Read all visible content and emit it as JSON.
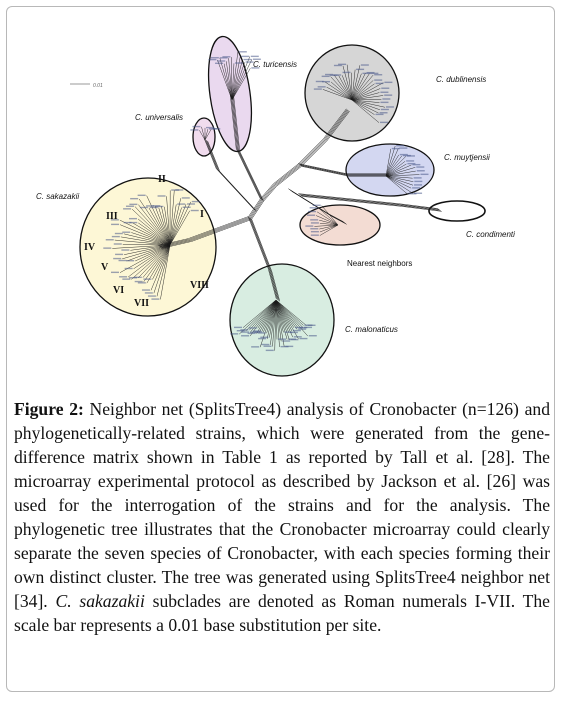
{
  "figure": {
    "scale_bar_label": "0.01",
    "species": {
      "turicensis": "C. turicensis",
      "dublinensis": "C. dublinensis",
      "universalis": "C. universalis",
      "muytjensii": "C. muytjensii",
      "condimenti": "C. condimenti",
      "sakazakii": "C. sakazakii",
      "malonaticus": "C. malonaticus"
    },
    "nearest_neighbors": "Nearest neighbors",
    "subclades": {
      "I": "I",
      "II": "II",
      "III": "III",
      "IV": "IV",
      "V": "V",
      "VI": "VI",
      "VII": "VII",
      "VIII": "VIII"
    },
    "cluster_colors": {
      "turicensis": "#ead9ef",
      "dublinensis": "#d6d6d6",
      "universalis": "#f1dcee",
      "muytjensii": "#d3d7f1",
      "condimenti": "#ffffff",
      "sakazakii": "#fdf7d6",
      "malonaticus": "#d8ede1",
      "nearest": "#f3dcd3"
    }
  },
  "caption": {
    "label": "Figure 2:",
    "text_1": " Neighbor net (SplitsTree4) analysis of Cronobacter (n=126) and phylogenetically-related strains, which were generated from the gene-difference matrix shown in Table 1 as reported by Tall et al. [28]. The microarray experimental protocol as described by Jackson et al. [26] was used for the interrogation of the strains and for the analysis. The phylogenetic tree illustrates that the Cronobacter microarray could clearly separate the seven species of Cronobacter, with each species forming their own distinct cluster. The tree was generated using SplitsTree4 neighbor net [34]. ",
    "italic": "C. sakazakii",
    "text_2": " subclades are denoted as Roman numerals I-VII. The scale bar represents a 0.01 base substitution per site."
  }
}
